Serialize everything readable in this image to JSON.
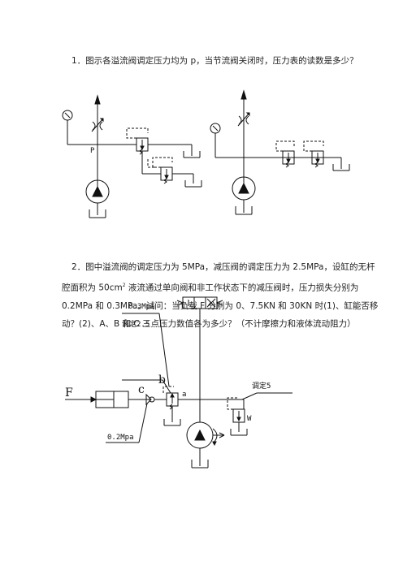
{
  "question1": {
    "text": "1．图示各溢流阀调定压力均为 p，当节流阀关闭时，压力表的读数是多少？",
    "figure_labels": {
      "pump_pressure_point": "P"
    }
  },
  "question2": {
    "line1": "2．图中溢流阀的调定压力为 5MPa，减压阀的调定压力为 2.5MPa，设缸的无杆",
    "line2_a": "腔面积为   50cm",
    "line2_sup": "2",
    "line2_b": " 液流通过单向阀和非工作状态下的减压阀时，压力损失分别为",
    "line3": "0.2MPa 和 0.3MPa。试问：当负载 F 分别为 0、7.5KN 和 30KN 时(1)、缸能否移",
    "line4": "动？(2)、A、B 和 C 三点压力数值各为多少？（不计摩擦力和液体流动阻力）",
    "figure_labels": {
      "pressure_loss_reducing": "0.3Mpa",
      "reducing_setting": "调定2.5",
      "point_b": "b",
      "point_c": "c",
      "point_a": "a",
      "relief_setting": "调定5",
      "load": "F",
      "pressure_loss_check": "0.2Mpa",
      "relief_valve_mark": "W"
    }
  }
}
